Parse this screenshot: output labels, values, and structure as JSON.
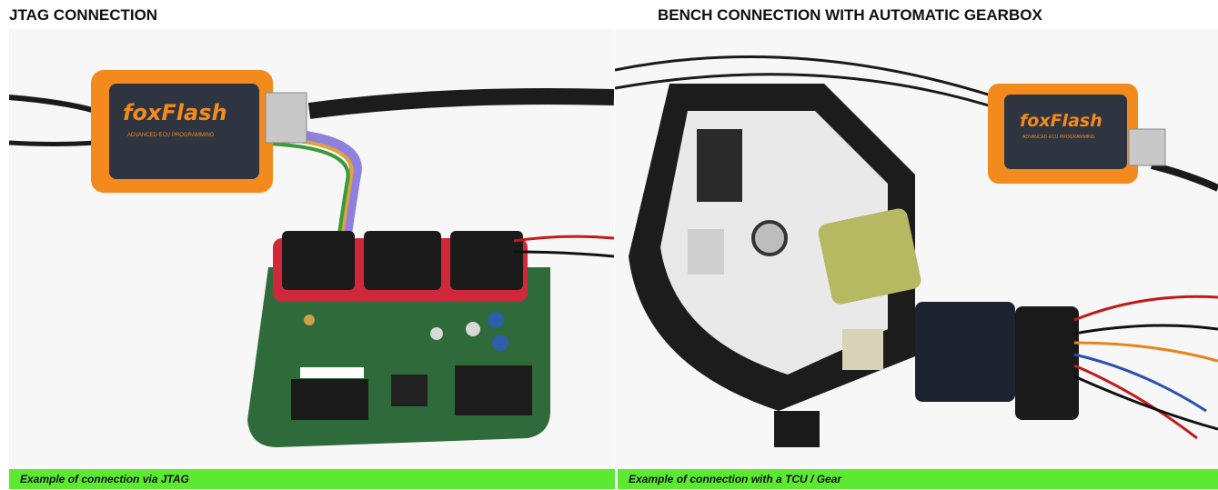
{
  "left": {
    "heading": "JTAG CONNECTION",
    "caption": "Example of connection via JTAG",
    "device_brand": "foxFlash",
    "device_subtitle": "ADVANCED ECU PROGRAMMING"
  },
  "right": {
    "heading": "BENCH CONNECTION WITH AUTOMATIC GEARBOX",
    "caption": "Example of connection with a TCU / Gear",
    "device_brand": "foxFlash",
    "device_subtitle": "ADVANCED ECU PROGRAMMING"
  },
  "colors": {
    "caption_green": "#5bea30",
    "device_orange": "#f28a1e",
    "pcb_green": "#2f6b3a",
    "gasket_red": "#d0283a"
  }
}
